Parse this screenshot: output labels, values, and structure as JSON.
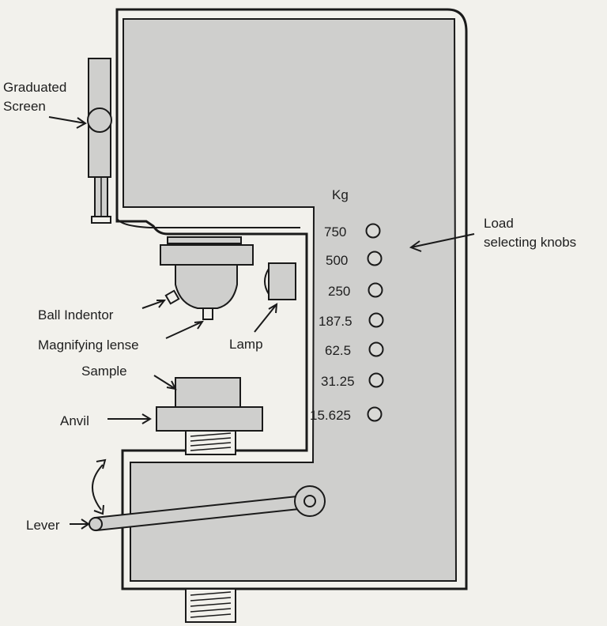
{
  "labels": {
    "graduated_screen_line1": "Graduated",
    "graduated_screen_line2": "Screen",
    "load_knobs_line1": "Load",
    "load_knobs_line2": "selecting knobs",
    "ball_indentor": "Ball Indentor",
    "magnifying_lense": "Magnifying lense",
    "lamp": "Lamp",
    "sample": "Sample",
    "anvil": "Anvil",
    "lever": "Lever",
    "unit": "Kg"
  },
  "loads": [
    "750",
    "500",
    "250",
    "187.5",
    "62.5",
    "31.25",
    "15.625"
  ],
  "colors": {
    "body_fill": "#cfcfcd",
    "outline": "#1a1a1a",
    "paper": "#f2f1ec"
  }
}
